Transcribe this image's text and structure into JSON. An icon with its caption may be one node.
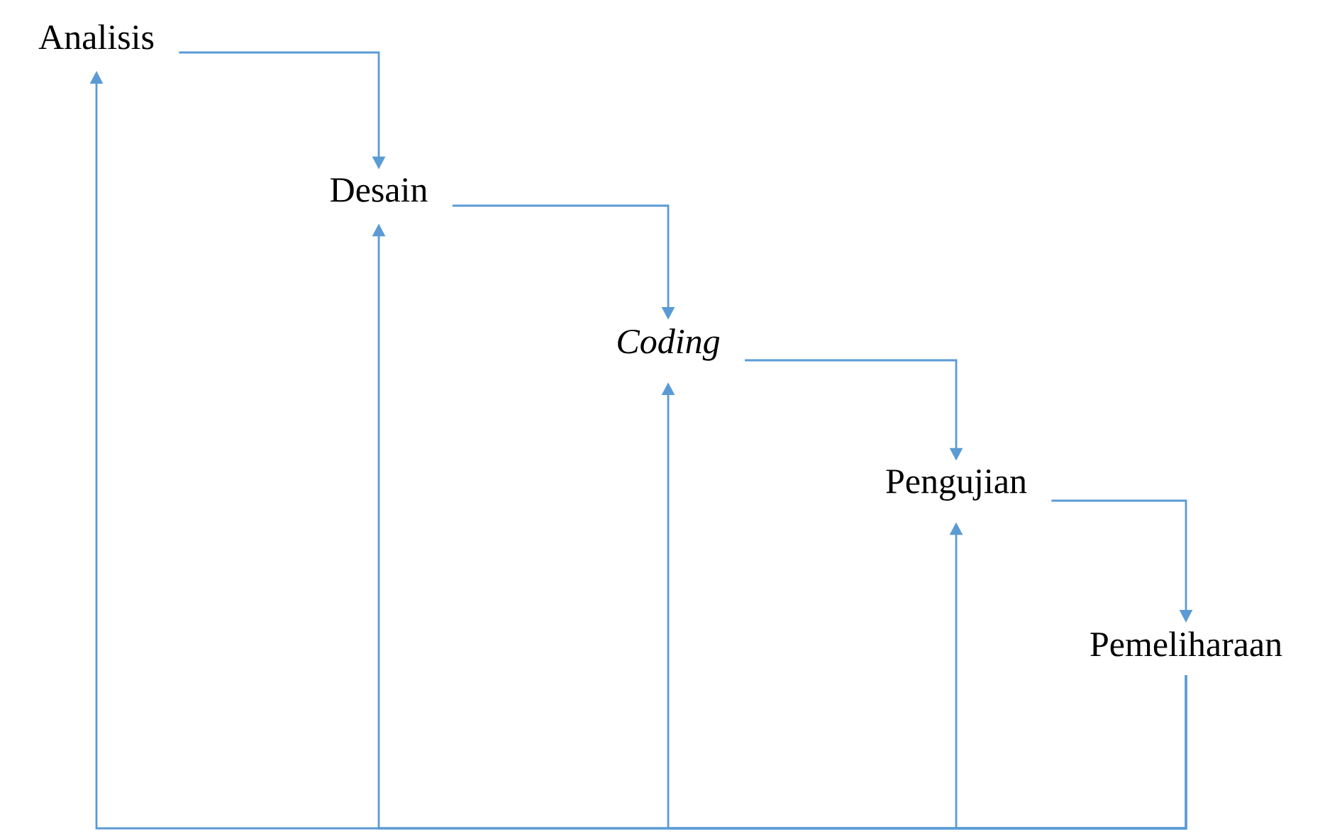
{
  "diagram": {
    "nodes": [
      {
        "text": [
          "Analisis"
        ]
      },
      {
        "text": [
          "Desain"
        ]
      },
      {
        "text": [
          "Coding"
        ]
      },
      {
        "text": [
          "Pengujian"
        ]
      },
      {
        "text": [
          "Pemeliharaan"
        ]
      }
    ],
    "edges": [
      {
        "from": 0,
        "to": 1,
        "arrow": "to"
      },
      {
        "from": 1,
        "to": 2,
        "arrow": "to"
      },
      {
        "from": 2,
        "to": 3,
        "arrow": "to"
      },
      {
        "from": 3,
        "to": 4,
        "arrow": "to"
      },
      {
        "from": 4,
        "to": 3,
        "arrow": "to"
      },
      {
        "from": 4,
        "to": 2,
        "arrow": "to"
      },
      {
        "from": 4,
        "to": 1,
        "arrow": "to"
      },
      {
        "from": 4,
        "to": 0,
        "arrow": "to"
      }
    ]
  }
}
